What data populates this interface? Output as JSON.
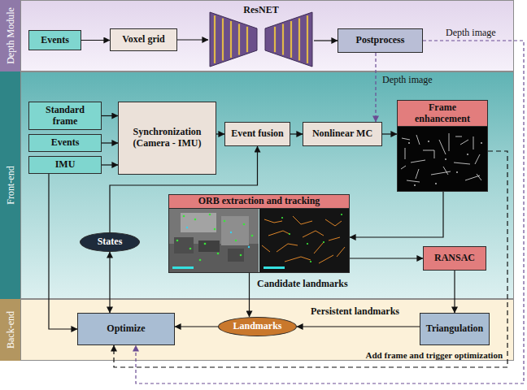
{
  "diagram": {
    "nodes": [
      {
        "text": [
          "Depth Module"
        ]
      },
      {
        "text": [
          "Events"
        ],
        "in": 0
      },
      {
        "text": [
          "Voxel grid"
        ],
        "in": 0
      },
      {
        "text": [
          "ResNET"
        ],
        "in": 0
      },
      {
        "text": [
          "Postprocess"
        ],
        "in": 0
      },
      {
        "text": [
          "Front-end"
        ]
      },
      {
        "text": [
          "Standard frame"
        ],
        "in": 5
      },
      {
        "text": [
          "Events"
        ],
        "in": 5
      },
      {
        "text": [
          "IMU"
        ],
        "in": 5
      },
      {
        "text": [
          "Synchronization (Camera - IMU)"
        ],
        "in": 5
      },
      {
        "text": [
          "Event fusion"
        ],
        "in": 5
      },
      {
        "text": [
          "Nonlinear MC"
        ],
        "in": 5
      },
      {
        "text": [
          "Frame enhancement"
        ],
        "in": 5
      },
      {
        "text": [
          "ORB extraction and tracking"
        ],
        "in": 5
      },
      {
        "text": [
          "States"
        ],
        "in": 5
      },
      {
        "text": [
          "RANSAC"
        ],
        "in": 5
      },
      {
        "text": [
          "Back-end"
        ]
      },
      {
        "text": [
          "Optimize"
        ],
        "in": 16
      },
      {
        "text": [
          "Landmarks"
        ],
        "in": 16
      },
      {
        "text": [
          "Triangulation"
        ],
        "in": 16
      }
    ],
    "edges": [
      {
        "from": 1,
        "to": 2,
        "arrow": "to"
      },
      {
        "from": 2,
        "to": 3,
        "arrow": "to"
      },
      {
        "from": 3,
        "to": 4,
        "arrow": "to"
      },
      {
        "from": 4,
        "to": 11,
        "arrow": "to",
        "label": "Depth image"
      },
      {
        "from": 4,
        "to": 17,
        "arrow": "to",
        "label": "Depth image"
      },
      {
        "from": 6,
        "to": 9,
        "arrow": "to"
      },
      {
        "from": 7,
        "to": 9,
        "arrow": "to"
      },
      {
        "from": 8,
        "to": 9,
        "arrow": "to"
      },
      {
        "from": 8,
        "to": 17,
        "arrow": "to"
      },
      {
        "from": 9,
        "to": 10,
        "arrow": "to"
      },
      {
        "from": 10,
        "to": 11,
        "arrow": "to"
      },
      {
        "from": 11,
        "to": 12,
        "arrow": "to"
      },
      {
        "from": 14,
        "to": 10,
        "arrow": "to"
      },
      {
        "from": 14,
        "to": 17,
        "arrow": "both"
      },
      {
        "from": 12,
        "to": 13,
        "arrow": "to"
      },
      {
        "from": 13,
        "to": 15,
        "arrow": "to"
      },
      {
        "from": 13,
        "to": 18,
        "arrow": "to",
        "label": "Candidate landmarks"
      },
      {
        "from": 15,
        "to": 19,
        "arrow": "to"
      },
      {
        "from": 19,
        "to": 18,
        "arrow": "to",
        "label": "Persistent landmarks"
      },
      {
        "from": 18,
        "to": 17,
        "arrow": "to"
      },
      {
        "from": 12,
        "to": 17,
        "arrow": "to",
        "label": "Add frame and trigger optimization"
      }
    ]
  }
}
